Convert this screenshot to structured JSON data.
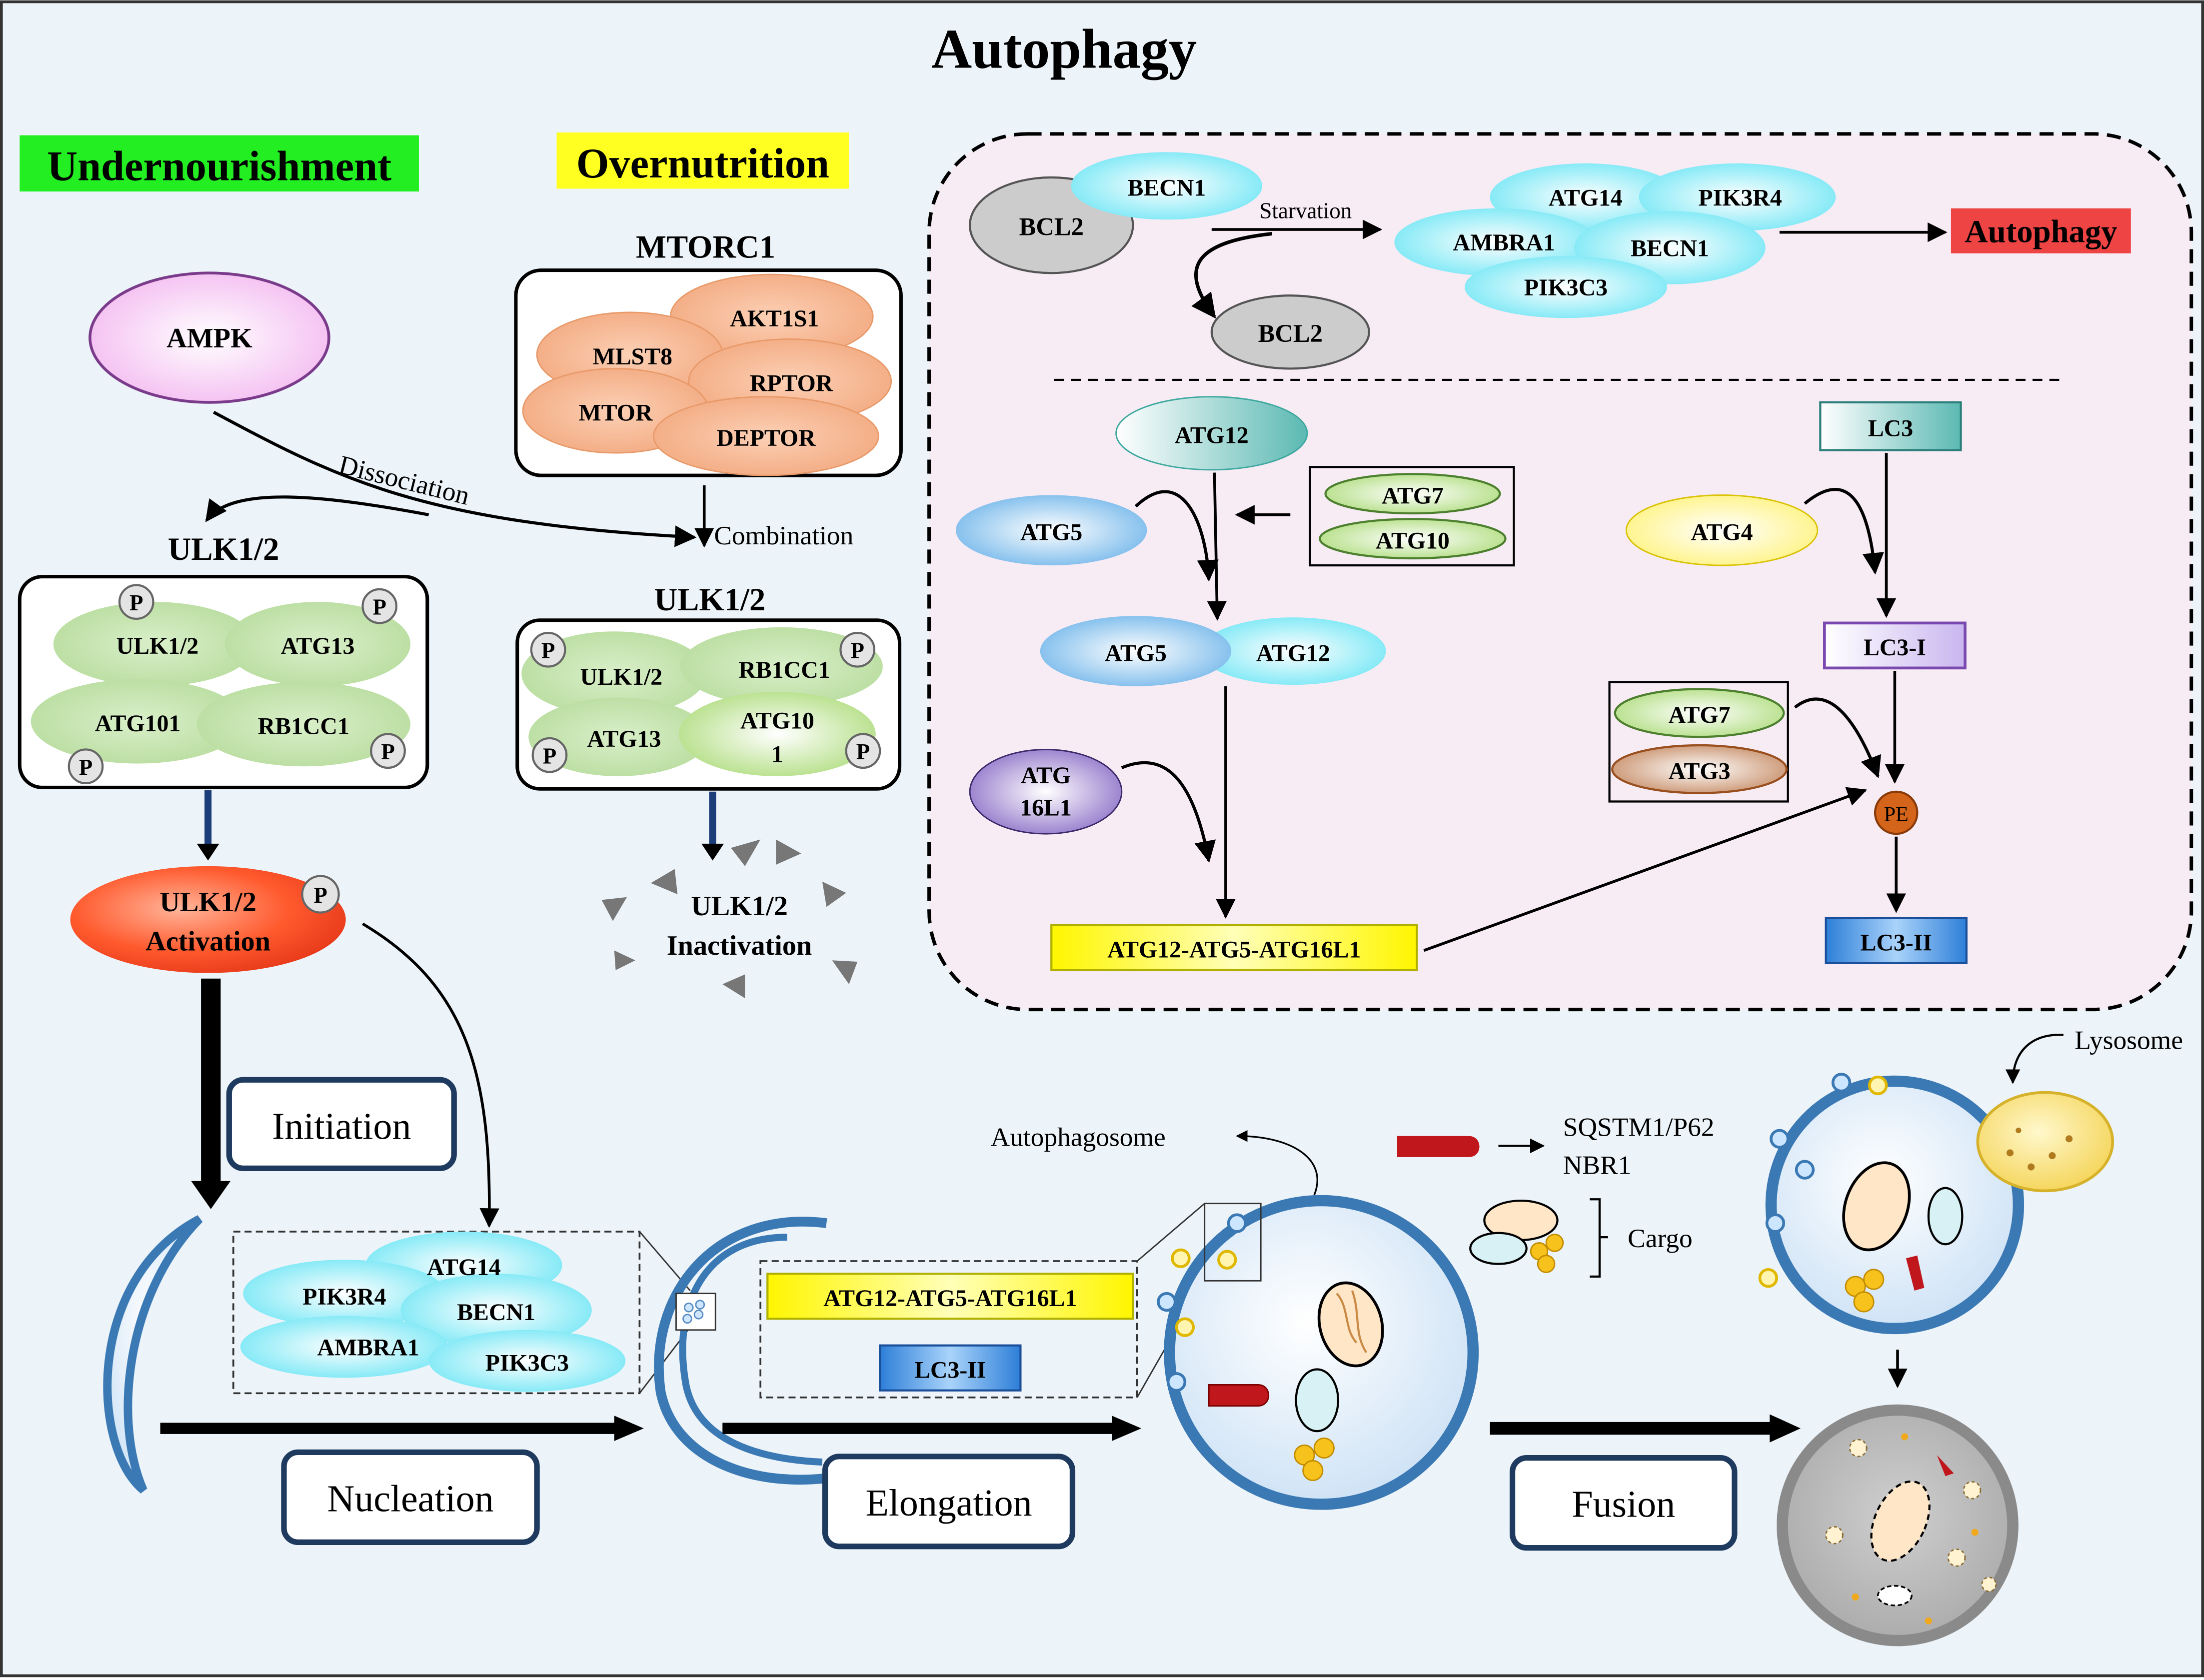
{
  "title": "Autophagy",
  "conditions": {
    "undernourishment": "Undernourishment",
    "overnutrition": "Overnutrition"
  },
  "left": {
    "ampk": "AMPK",
    "dissociation": "Dissociation",
    "ulk_title": "ULK1/2",
    "ulk_complex": [
      "ULK1/2",
      "ATG13",
      "ATG101",
      "RB1CC1"
    ],
    "p": "P",
    "activation": [
      "ULK1/2",
      "Activation"
    ]
  },
  "middle": {
    "mtorc1_title": "MTORC1",
    "mtorc1": [
      "AKT1S1",
      "MLST8",
      "RPTOR",
      "MTOR",
      "DEPTOR"
    ],
    "combination": "Combination",
    "ulk_title": "ULK1/2",
    "ulk_complex": [
      "ULK1/2",
      "RB1CC1",
      "ATG13",
      "ATG10",
      "1"
    ],
    "inactivation": [
      "ULK1/2",
      "Inactivation"
    ]
  },
  "panel": {
    "bcl2": "BCL2",
    "becn1": "BECN1",
    "starvation": "Starvation",
    "complex": [
      "ATG14",
      "PIK3R4",
      "AMBRA1",
      "BECN1",
      "PIK3C3"
    ],
    "autophagy": "Autophagy",
    "bcl2_free": "BCL2",
    "atg12": "ATG12",
    "atg5": "ATG5",
    "atg7": "ATG7",
    "atg10": "ATG10",
    "atg5_b": "ATG5",
    "atg12_b": "ATG12",
    "atg16l1": [
      "ATG",
      "16L1"
    ],
    "conj": "ATG12-ATG5-ATG16L1",
    "lc3": "LC3",
    "atg4": "ATG4",
    "lc3i": "LC3-I",
    "atg7_b": "ATG7",
    "atg3": "ATG3",
    "pe": "PE",
    "lc3ii": "LC3-II"
  },
  "bottom": {
    "initiation": "Initiation",
    "nucleation": "Nucleation",
    "elongation": "Elongation",
    "fusion": "Fusion",
    "nuc_complex": [
      "ATG14",
      "PIK3R4",
      "BECN1",
      "AMBRA1",
      "PIK3C3"
    ],
    "conj": "ATG12-ATG5-ATG16L1",
    "lc3ii": "LC3-II",
    "autophagosome": "Autophagosome",
    "sqstm1": "SQSTM1/P62",
    "nbr1": "NBR1",
    "cargo": "Cargo",
    "lysosome": "Lysosome"
  },
  "colors": {
    "background": "#edf4f9",
    "panel": "#f7ebf4",
    "undernourishment": "#22ee22",
    "overnutrition": "#ffff22",
    "autophagy_box": "#ee4444",
    "green_protein": "#c5e3b0",
    "orange_protein": "#f6b894",
    "cyan_protein": "#9ff3fb",
    "membrane": "#3b79b4"
  }
}
